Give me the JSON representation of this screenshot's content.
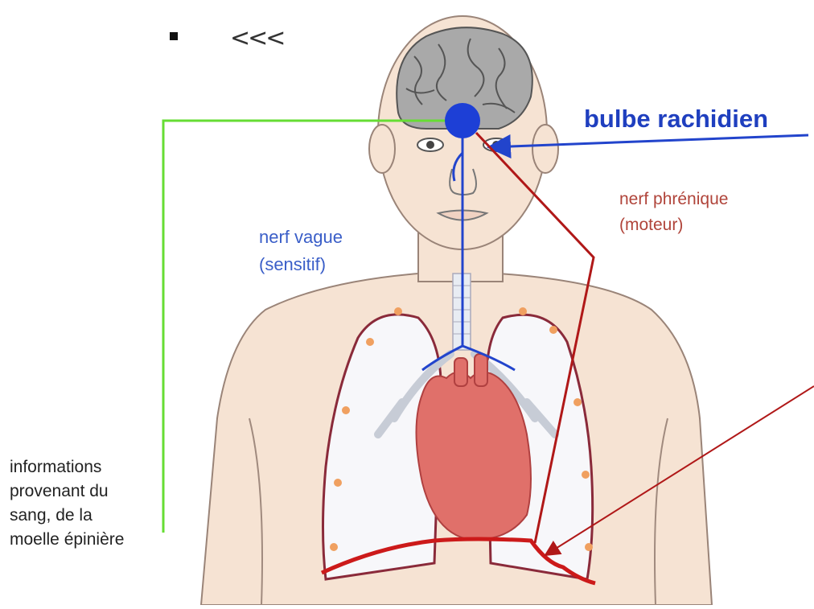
{
  "nav": {
    "bullet": "▪",
    "back_arrows": "<<<"
  },
  "labels": {
    "bulbe_rachidien": "bulbe rachidien",
    "nerf_vague_line1": "nerf vague",
    "nerf_vague_line2": "(sensitif)",
    "nerf_phrenique_line1": "nerf phrénique",
    "nerf_phrenique_line2": "(moteur)",
    "informations_line1": "informations",
    "informations_line2": "provenant du",
    "informations_line3": "sang, de la",
    "informations_line4": "moelle épinière"
  },
  "colors": {
    "skin": "#f6e3d3",
    "skin_outline": "#9a8478",
    "brain": "#a9a9a9",
    "medulla": "#1d3fd6",
    "vagus_nerve": "#2244cc",
    "phrenic_nerve": "#b01818",
    "diaphragm": "#cc1a1a",
    "heart": "#e0706a",
    "sensory_pathway": "#66dd33",
    "lung_outline": "#8a2a3a"
  }
}
